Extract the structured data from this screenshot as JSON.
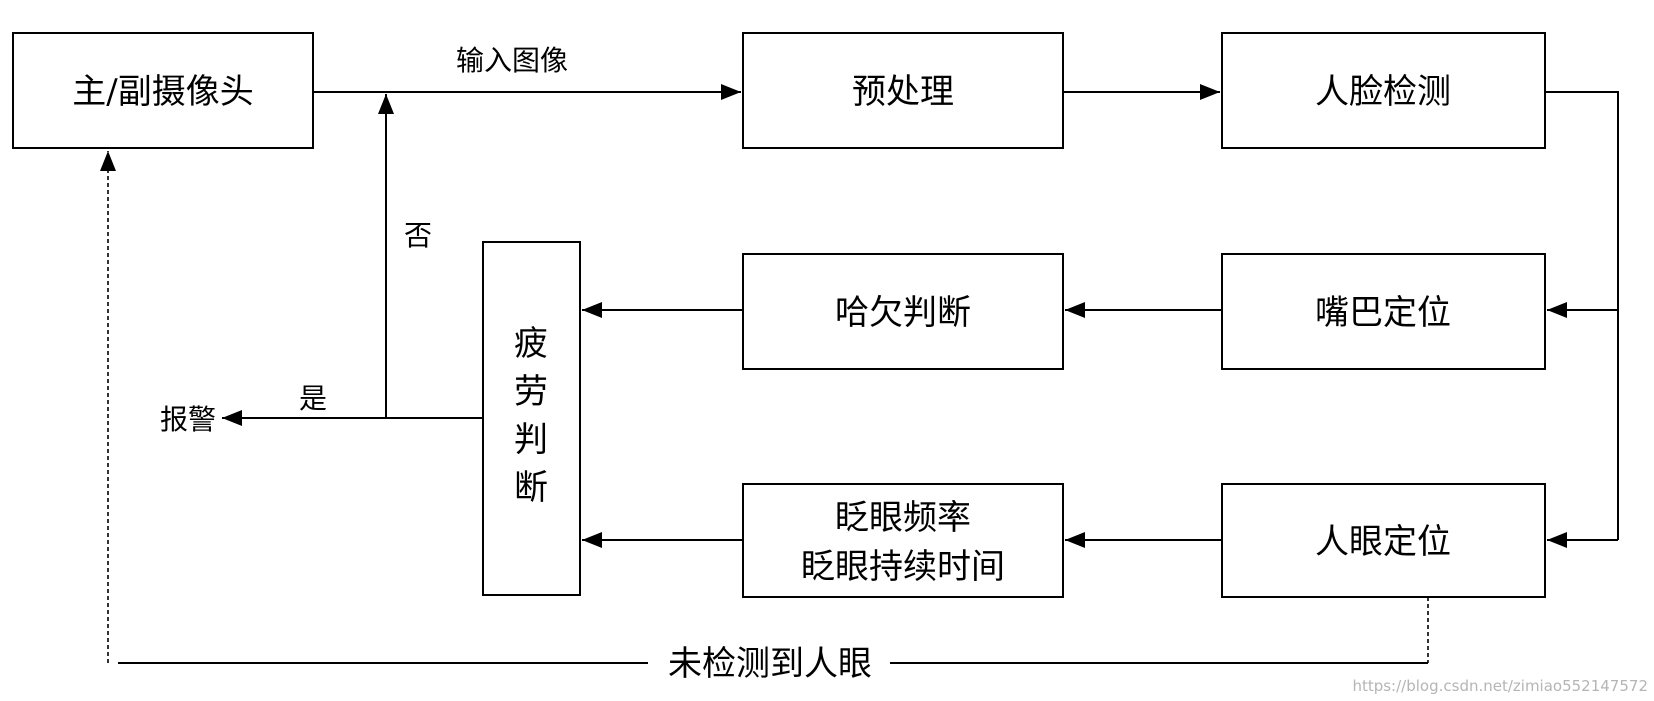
{
  "nodes": {
    "camera": "主/副摄像头",
    "preprocess": "预处理",
    "face_detect": "人脸检测",
    "mouth_locate": "嘴巴定位",
    "eye_locate": "人眼定位",
    "yawn_judge": "哈欠判断",
    "blink_line1": "眨眼频率",
    "blink_line2": "眨眼持续时间",
    "fatigue_chars": [
      "疲",
      "劳",
      "判",
      "断"
    ],
    "alarm": "报警"
  },
  "edges": {
    "input_image": "输入图像",
    "no": "否",
    "yes": "是",
    "no_eye_detected": "未检测到人眼"
  },
  "watermark": "https://blog.csdn.net/zimiao552147572"
}
